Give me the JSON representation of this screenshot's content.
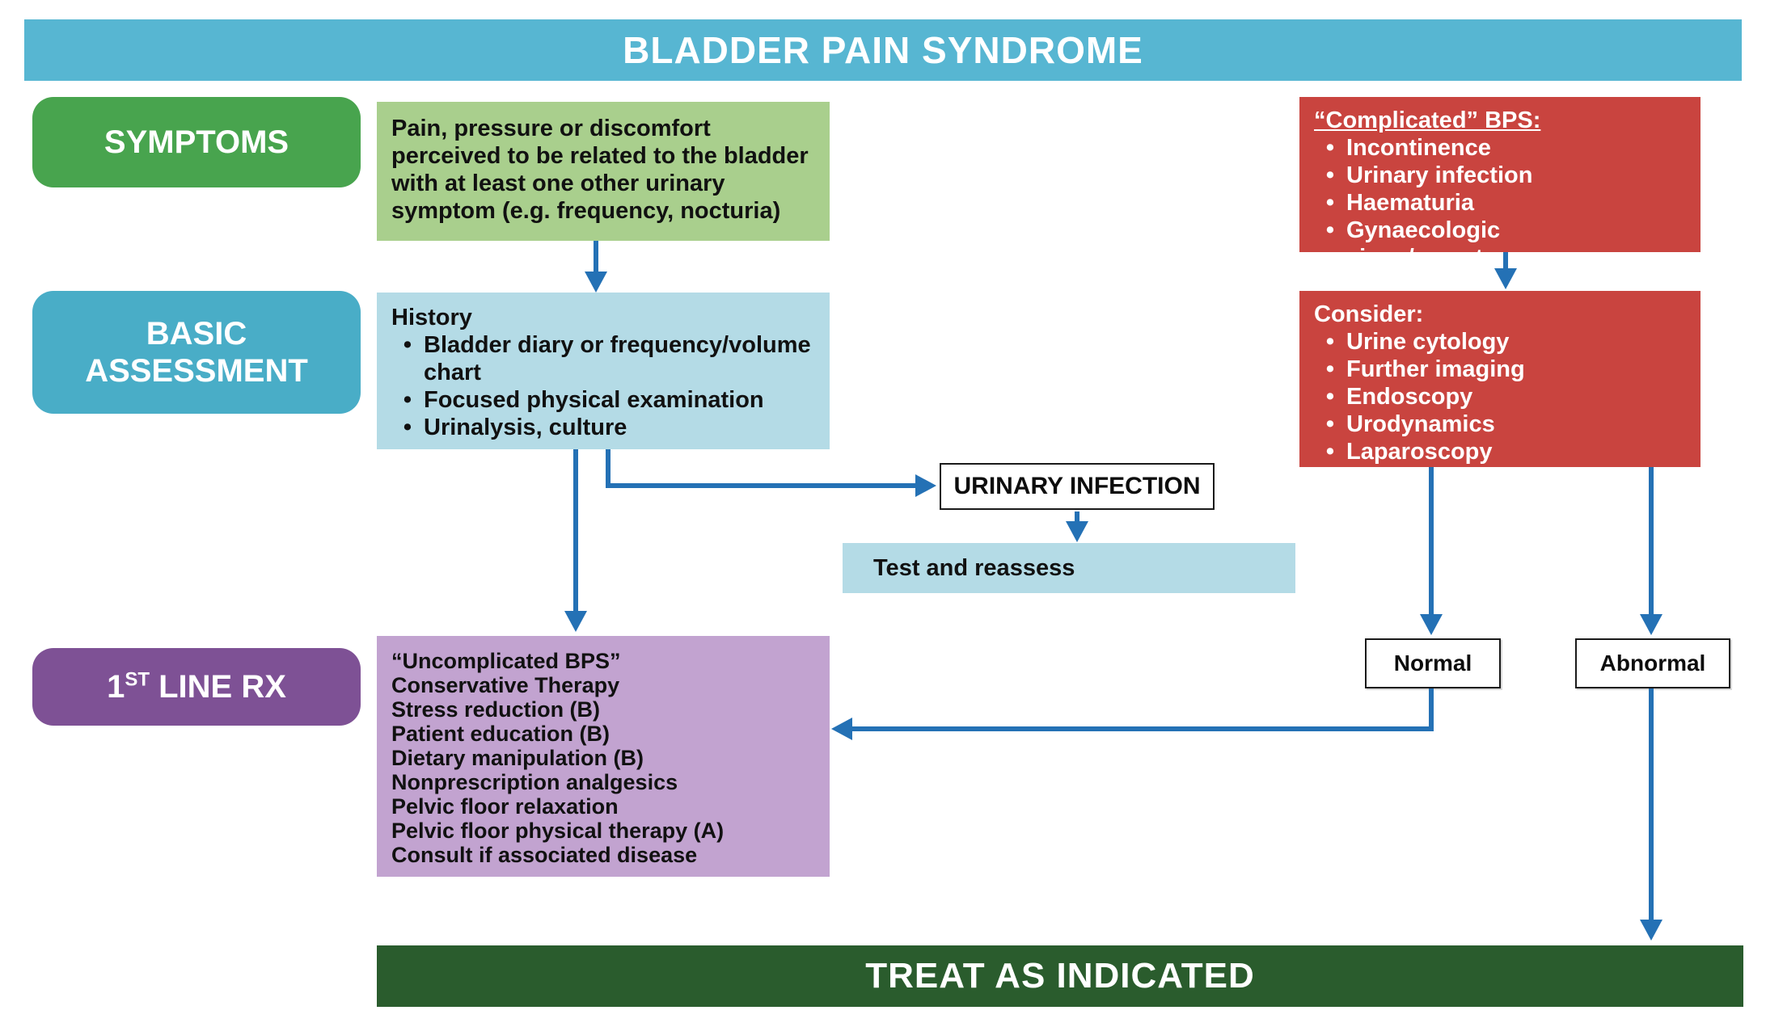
{
  "title": "BLADDER PAIN SYNDROME",
  "stages": {
    "symptoms": {
      "label": "SYMPTOMS"
    },
    "basic_assessment": {
      "label": "BASIC ASSESSMENT"
    },
    "first_line_rx": {
      "label_number": "1",
      "label_ordinal": "ST",
      "label_rest": " LINE RX"
    }
  },
  "symptoms_description": "Pain, pressure or discomfort perceived to be related to the bladder with at least one other urinary symptom (e.g. frequency, nocturia)",
  "complicated": {
    "heading": "“Complicated” BPS:",
    "bullets": [
      "Incontinence",
      "Urinary infection",
      "Haematuria",
      "Gynaecologic signs/symptoms"
    ]
  },
  "history": {
    "heading": "History",
    "bullets": [
      "Bladder diary or frequency/volume chart",
      "Focused physical examination",
      "Urinalysis, culture"
    ]
  },
  "consider": {
    "heading": "Consider:",
    "bullets": [
      "Urine cytology",
      "Further imaging",
      "Endoscopy",
      "Urodynamics",
      "Laparoscopy"
    ]
  },
  "urinary_infection_label": "URINARY INFECTION",
  "test_reassess_label": "Test and reassess",
  "uncomplicated": {
    "lines": [
      "“Uncomplicated BPS”",
      "Conservative Therapy",
      "Stress reduction (B)",
      "Patient education (B)",
      "Dietary manipulation (B)",
      "Nonprescription analgesics",
      "Pelvic floor relaxation",
      "Pelvic floor physical therapy (A)",
      "Consult if associated disease"
    ]
  },
  "normal_label": "Normal",
  "abnormal_label": "Abnormal",
  "treat_label": "TREAT AS INDICATED",
  "colors": {
    "title_bar": "#57b6d2",
    "symptoms_green": "#48a44e",
    "symptoms_light_green": "#a9cf8d",
    "assessment_teal": "#49adc7",
    "light_blue_box": "#b4dbe6",
    "red_box": "#c9443f",
    "rx_purple": "#7e5195",
    "light_purple_box": "#c2a3d0",
    "treat_dark_green": "#2a5c2d",
    "arrow_blue": "#2471b5"
  }
}
